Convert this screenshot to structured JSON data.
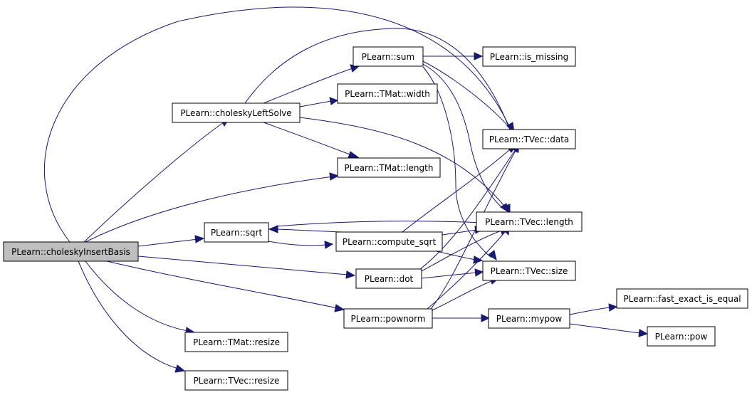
{
  "colors": {
    "edge": "#191970",
    "root_fill": "#bfbfbf",
    "node_fill": "#ffffff",
    "node_border": "#000000"
  },
  "nodes": {
    "choleskyInsertBasis": "PLearn::choleskyInsertBasis",
    "choleskyLeftSolve": "PLearn::choleskyLeftSolve",
    "sum": "PLearn::sum",
    "is_missing": "PLearn::is_missing",
    "tmat_width": "PLearn::TMat::width",
    "tvec_data": "PLearn::TVec::data",
    "tmat_length": "PLearn::TMat::length",
    "sqrt": "PLearn::sqrt",
    "compute_sqrt": "PLearn::compute_sqrt",
    "tvec_length": "PLearn::TVec::length",
    "dot": "PLearn::dot",
    "tvec_size": "PLearn::TVec::size",
    "pownorm": "PLearn::pownorm",
    "mypow": "PLearn::mypow",
    "fast_exact_is_equal": "PLearn::fast_exact_is_equal",
    "pow": "PLearn::pow",
    "tmat_resize": "PLearn::TMat::resize",
    "tvec_resize": "PLearn::TVec::resize"
  }
}
